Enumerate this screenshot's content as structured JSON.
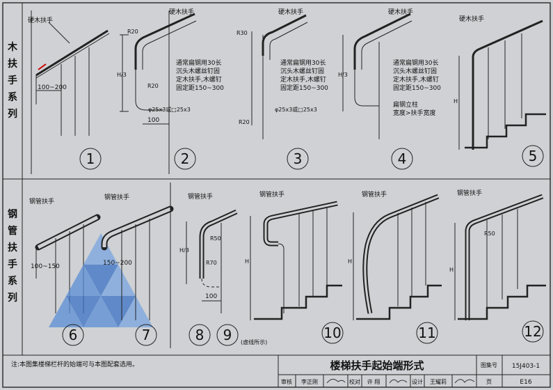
{
  "series": {
    "wood": [
      "木",
      "扶",
      "手",
      "系",
      "列"
    ],
    "steel": [
      "钢",
      "管",
      "扶",
      "手",
      "系",
      "列"
    ]
  },
  "labels": {
    "wood_handrail": "硬木扶手",
    "steel_handrail": "钢管扶手",
    "d100_200": "100~200",
    "d100_150": "100~150",
    "d150_200": "150~200",
    "r20": "R20",
    "r30": "R30",
    "r50": "R50",
    "r70": "R70",
    "h": "H",
    "h_third": "H/3",
    "d100": "100",
    "tube": "φ25x3或□25x3",
    "note_a": [
      "通常扁钢用30长",
      "沉头木螺丝钉固",
      "定木扶手,木螺钉",
      "固定距150~300"
    ],
    "note_b": [
      "通常扁钢用30长",
      "沉头木螺丝钉固",
      "定木扶手,木螺钉",
      "固定距150~300"
    ],
    "note_c": [
      "通常扁钢用30长",
      "沉头木螺丝钉固",
      "定木扶手,木螺钉",
      "固定距150~300"
    ],
    "flat_post": [
      "扁钢立柱",
      "宽度>扶手宽度"
    ],
    "dashed_note": "(虚线所示)"
  },
  "numbers": [
    "1",
    "2",
    "3",
    "4",
    "5",
    "6",
    "7",
    "8",
    "9",
    "10",
    "11",
    "12"
  ],
  "footer": {
    "note": "注:本图集楼梯栏杆的始端可与本图配套选用。",
    "title": "楼梯扶手起始端形式",
    "atlas_label": "图集号",
    "atlas_no": "15J403-1",
    "review": "审核",
    "reviewer": "李正刚",
    "check": "校对",
    "checker": "许 翔",
    "design": "设计",
    "designer": "王耀莉",
    "page_label": "页",
    "page": "E16"
  }
}
